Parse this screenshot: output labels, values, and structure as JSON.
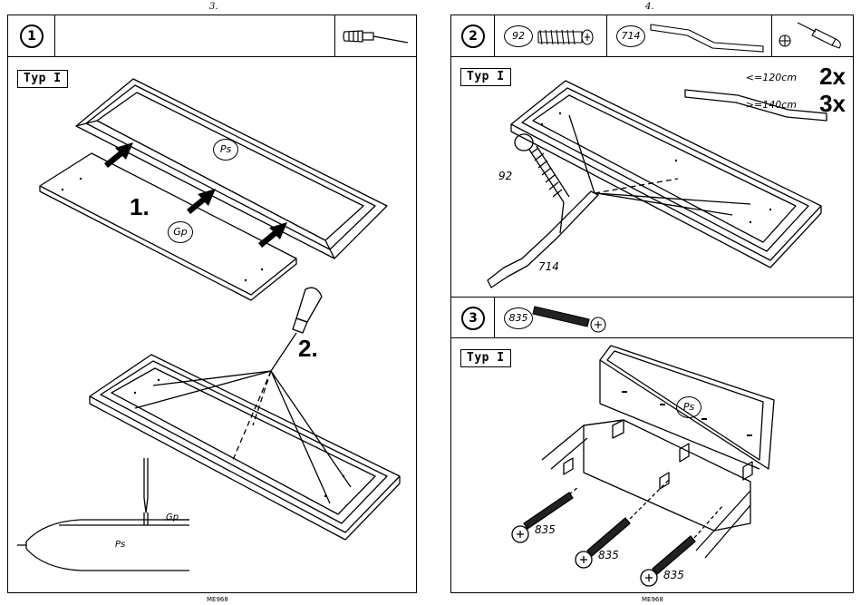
{
  "pages": [
    {
      "number": "3.",
      "footer": "ME968",
      "steps": [
        {
          "step": "1",
          "tool": "screwdriver-icon"
        }
      ],
      "type_label": "Typ I",
      "labels": {
        "panel": "Ps",
        "board": "Gp",
        "action1": "1.",
        "action2": "2.",
        "detail_board": "Gp",
        "detail_panel": "Ps"
      }
    },
    {
      "number": "4.",
      "footer": "ME968",
      "steps": [
        {
          "step": "2",
          "parts": [
            {
              "code": "92",
              "icon": "screw-icon"
            },
            {
              "code": "714",
              "icon": "metal-bar-icon"
            }
          ],
          "tool": "phillips-screwdriver-icon"
        },
        {
          "step": "3",
          "parts": [
            {
              "code": "835",
              "icon": "bolt-icon"
            }
          ]
        }
      ],
      "type_label": "Typ I",
      "labels": {
        "qty_small": "<=120cm",
        "qty_small_count": "2x",
        "qty_large": ">=140cm",
        "qty_large_count": "3x",
        "screw": "92",
        "bar": "714",
        "panel": "Ps",
        "bolt1": "835",
        "bolt2": "835",
        "bolt3": "835"
      }
    }
  ]
}
